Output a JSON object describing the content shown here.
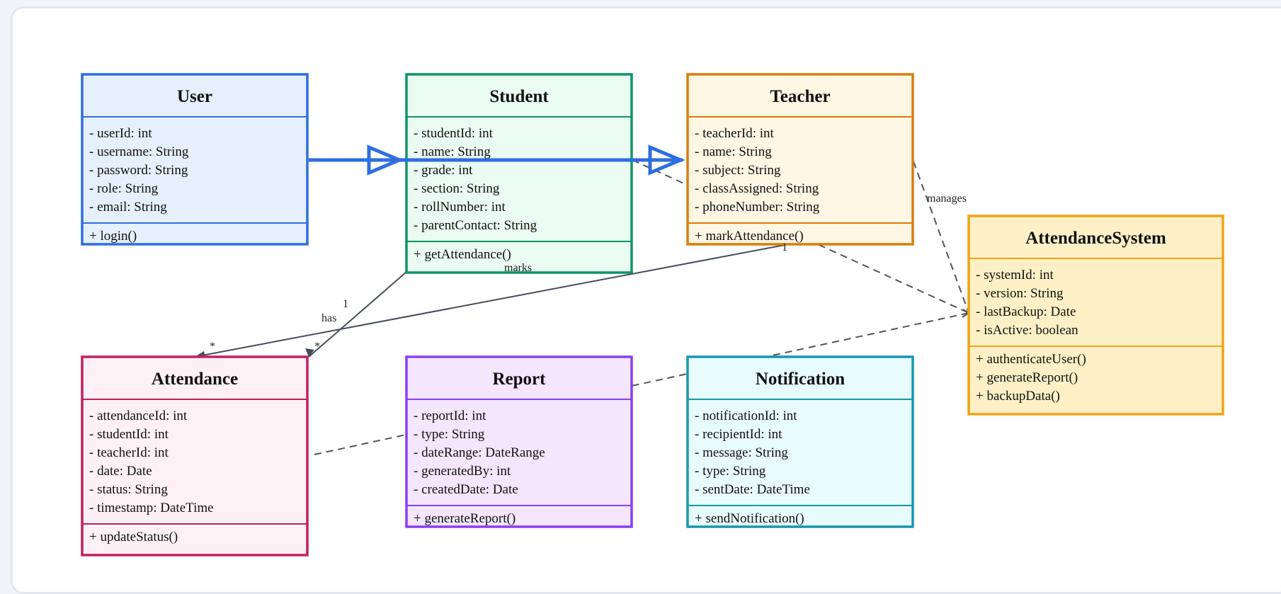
{
  "classes": {
    "user": {
      "name": "User",
      "attributes": [
        "- userId: int",
        "- username: String",
        "- password: String",
        "- role: String",
        "- email: String"
      ],
      "methods": [
        "+ login()"
      ],
      "border_color": "#2f6de1",
      "fill_color": "#e6f0fc"
    },
    "student": {
      "name": "Student",
      "attributes": [
        "- studentId: int",
        "- name: String",
        "- grade: int",
        "- section: String",
        "- rollNumber: int",
        "- parentContact: String"
      ],
      "methods": [
        "+ getAttendance()"
      ],
      "border_color": "#0f9467",
      "fill_color": "#eafbf2"
    },
    "teacher": {
      "name": "Teacher",
      "attributes": [
        "- teacherId: int",
        "- name: String",
        "- subject: String",
        "- classAssigned: String",
        "- phoneNumber: String"
      ],
      "methods": [
        "+ markAttendance()"
      ],
      "border_color": "#d97d0c",
      "fill_color": "#fff6e3"
    },
    "attendance_system": {
      "name": "AttendanceSystem",
      "attributes": [
        "- systemId: int",
        "- version: String",
        "- lastBackup: Date",
        "- isActive: boolean"
      ],
      "methods": [
        "+ authenticateUser()",
        "+ generateReport()",
        "+ backupData()"
      ],
      "border_color": "#f0a417",
      "fill_color": "#fdf0c6"
    },
    "attendance": {
      "name": "Attendance",
      "attributes": [
        "- attendanceId: int",
        "- studentId: int",
        "- teacherId: int",
        "- date: Date",
        "- status: String",
        "- timestamp: DateTime"
      ],
      "methods": [
        "+ updateStatus()"
      ],
      "border_color": "#c41f5c",
      "fill_color": "#fdf1f5"
    },
    "report": {
      "name": "Report",
      "attributes": [
        "- reportId: int",
        "- type: String",
        "- dateRange: DateRange",
        "- generatedBy: int",
        "- createdDate: Date"
      ],
      "methods": [
        "+ generateReport()"
      ],
      "border_color": "#8b3ff0",
      "fill_color": "#f3e6fd"
    },
    "notification": {
      "name": "Notification",
      "attributes": [
        "- notificationId: int",
        "- recipientId: int",
        "- message: String",
        "- type: String",
        "- sentDate: DateTime"
      ],
      "methods": [
        "+ sendNotification()"
      ],
      "border_color": "#1797ad",
      "fill_color": "#e9fcfd"
    }
  },
  "relations": {
    "marks_label": "marks",
    "has_label": "has",
    "manages_label": "manages",
    "mult_one": "1",
    "mult_many": "*",
    "inheritance_color": "#2f6de1",
    "association_color": "#454c5c",
    "dependency_color": "#555555"
  }
}
